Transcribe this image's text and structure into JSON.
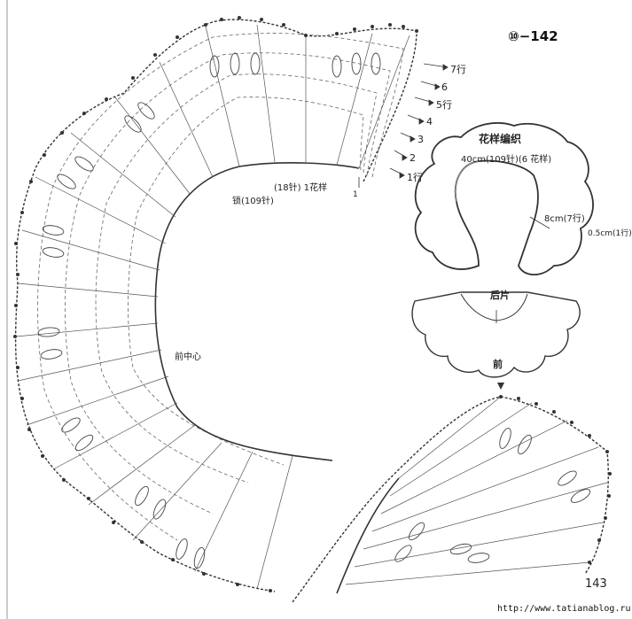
{
  "pattern_id": "⑩−142",
  "page_number": "143",
  "watermark": "http://www.tatianablog.ru",
  "inset": {
    "title": "花样编织",
    "width_note": "40cm(109针)(6 花样)",
    "depth_note": "8cm(7行)",
    "edge_note": "0.5cm(1行)",
    "back_label": "后片",
    "front_label": "前"
  },
  "diagram": {
    "chain_label": "锁(109针)",
    "motif_label": "(18针) 1花样",
    "front_center_label": "前中心",
    "start_marker": "1",
    "rows": [
      {
        "key": "row-7",
        "label": "7行"
      },
      {
        "key": "row-6",
        "label": "6"
      },
      {
        "key": "row-5",
        "label": "5行"
      },
      {
        "key": "row-4",
        "label": "4"
      },
      {
        "key": "row-3",
        "label": "3"
      },
      {
        "key": "row-2",
        "label": "2"
      },
      {
        "key": "row-1",
        "label": "1行"
      }
    ]
  },
  "colors": {
    "ink": "#333333",
    "paper": "#ffffff"
  }
}
